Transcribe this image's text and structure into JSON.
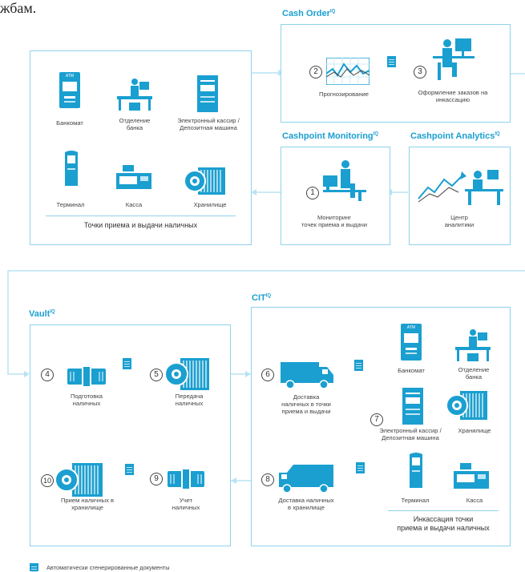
{
  "top_text": "жбам.",
  "colors": {
    "accent": "#1a9fd0",
    "line": "#8fd3ec",
    "arrow": "#b9e4f3",
    "text": "#444444"
  },
  "sup_label": "IQ",
  "modules": {
    "cash_order": "Cash Order",
    "cashpoint_monitoring": "Cashpoint Monitoring",
    "cashpoint_analytics": "Cashpoint Analytics",
    "vault": "Vault",
    "cit": "CIT"
  },
  "points_box": {
    "items": {
      "atm": "Банкомат",
      "branch": "Отделение\nбанка",
      "cashier": "Электронный кассир /\nДепозитная машина",
      "terminal": "Терминал",
      "register": "Касса",
      "storage": "Хранилище"
    },
    "caption": "Точки приема и выдачи наличных",
    "atm_screen": "ATM"
  },
  "cash_order": {
    "step2": "2",
    "step2_label": "Прогнозирование",
    "step3": "3",
    "step3_label": "Оформление заказов на\nинкассацию"
  },
  "monitoring": {
    "step1": "1",
    "step1_label": "Мониторинг\nточек приема и выдачи"
  },
  "analytics": {
    "label": "Центр\nаналитики"
  },
  "vault": {
    "step4": "4",
    "step4_label": "Подготовка\nналичных",
    "step5": "5",
    "step5_label": "Передача\nналичных",
    "step9": "9",
    "step9_label": "Учет\nналичных",
    "step10": "10",
    "step10_label": "Прием наличных в\nхранилище"
  },
  "cit": {
    "step6": "6",
    "step6_label": "Доставка\nналичных в точки\nприема и выдачи",
    "step7": "7",
    "step8": "8",
    "step8_label": "Доставка наличных\nв хранилище",
    "atm": "Банкомат",
    "branch": "Отделение\nбанка",
    "cashier": "Электронный кассир /\nДепозитная машина",
    "storage": "Хранилище",
    "terminal": "Терминал",
    "register": "Касса",
    "caption": "Инкассация точки\nприема и выдачи наличных",
    "atm_screen": "ATM"
  },
  "legend": {
    "label": "Автоматически сгенерированные документы"
  }
}
